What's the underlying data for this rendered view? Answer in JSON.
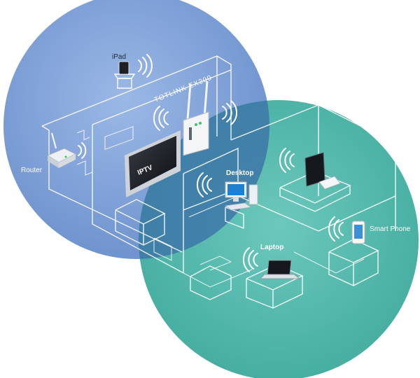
{
  "labels": {
    "ipad": "iPad",
    "extender": "TOTLINK EX300",
    "router": "Router",
    "iptv": "IPTV",
    "desktop": "Desktop",
    "smartphone": "Smart Phone",
    "laptop": "Laptop"
  },
  "colors": {
    "blue_zone": "#7e9fd6",
    "teal_zone": "#52b8ac",
    "overlap_zone": "#3f7aa8",
    "background": "#ffffff",
    "wireframe": "#ffffff"
  },
  "icons": [
    "wifi-signal-icon",
    "router-icon",
    "ipad-icon",
    "extender-icon",
    "tv-icon",
    "desktop-icon",
    "laptop-icon",
    "smartphone-icon",
    "tablet-icon"
  ]
}
